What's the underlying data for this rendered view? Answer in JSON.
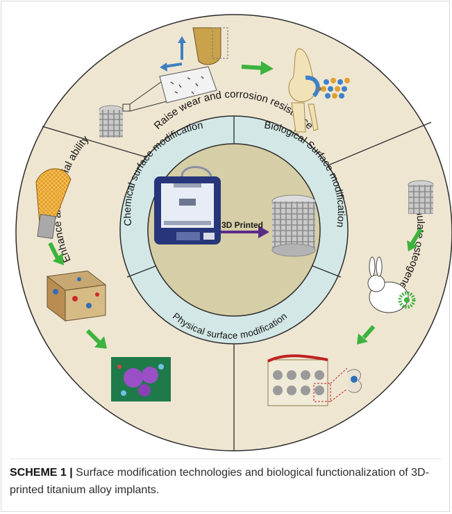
{
  "diagram": {
    "center": {
      "label": "3D Printed"
    },
    "inner_ring": {
      "top_left": "Chemical surface modification",
      "top_right": "Biological Surface modification",
      "bottom": "Physical surface modification"
    },
    "outer_ring": {
      "top": "Raise wear  and corrosion resistance",
      "left": "Enhance antibacterial ability",
      "right": "Stimulate osteogenesis"
    },
    "colors": {
      "outer_fill": "#efe6d2",
      "ring_fill": "#d2e8e6",
      "center_fill": "#d8d0a6",
      "arrow_green": "#3cb33c",
      "arrow_purple": "#5a2a8a",
      "printer": "#27367a"
    }
  },
  "caption": {
    "label": "SCHEME 1 |",
    "text": " Surface modification technologies and biological functionalization of 3D-printed titanium alloy implants."
  }
}
